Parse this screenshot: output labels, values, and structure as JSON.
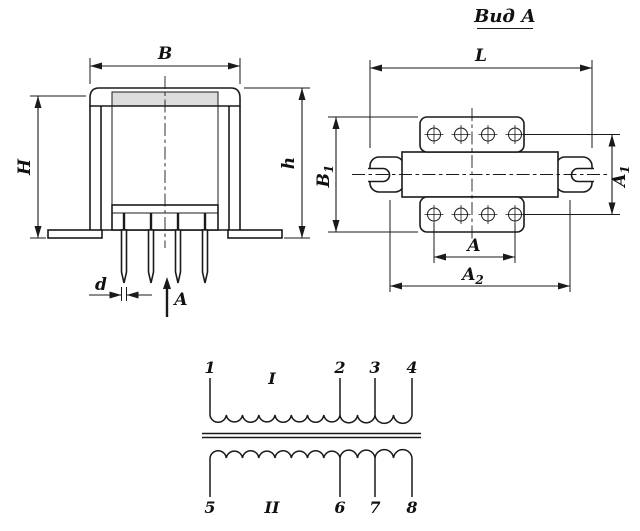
{
  "colors": {
    "line": "#1a1a1a",
    "background": "#ffffff",
    "flange_fill": "#dcdcdc"
  },
  "front_view": {
    "dim_width": "B",
    "dim_height_left": "H",
    "dim_height_right": "h",
    "dim_pin": "d",
    "view_arrow": "A"
  },
  "top_view": {
    "title": "Вид А",
    "dim_length": "L",
    "dim_b1": {
      "base": "B",
      "sub": "1"
    },
    "dim_a1": {
      "base": "A",
      "sub": "1"
    },
    "dim_a": "A",
    "dim_a2": {
      "base": "A",
      "sub": "2"
    }
  },
  "schematic": {
    "winding_primary": "I",
    "winding_secondary": "II",
    "pins_top": [
      "1",
      "2",
      "3",
      "4"
    ],
    "pins_bottom": [
      "5",
      "6",
      "7",
      "8"
    ]
  }
}
